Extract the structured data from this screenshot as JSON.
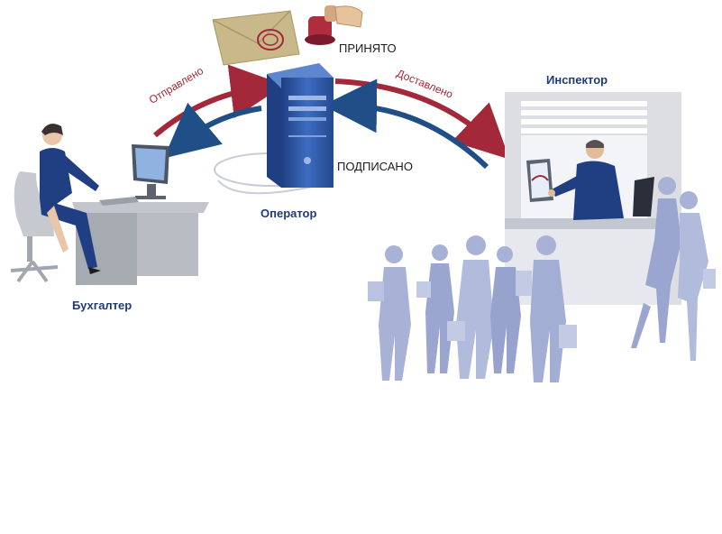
{
  "labels": {
    "otpravleno": "Отправлено",
    "dostavleno": "Доставлено",
    "prinyato": "ПРИНЯТО",
    "podpisano": "ПОДПИСАНО",
    "operator": "Оператор",
    "inspektor": "Инспектор",
    "bukhgalter": "Бухгалтер"
  },
  "colors": {
    "arrow_red": "#a3283a",
    "arrow_blue": "#1f4f86",
    "role_text": "#1f3a78",
    "crowd": "#a7b2d6",
    "server": "#2e5aa6"
  }
}
